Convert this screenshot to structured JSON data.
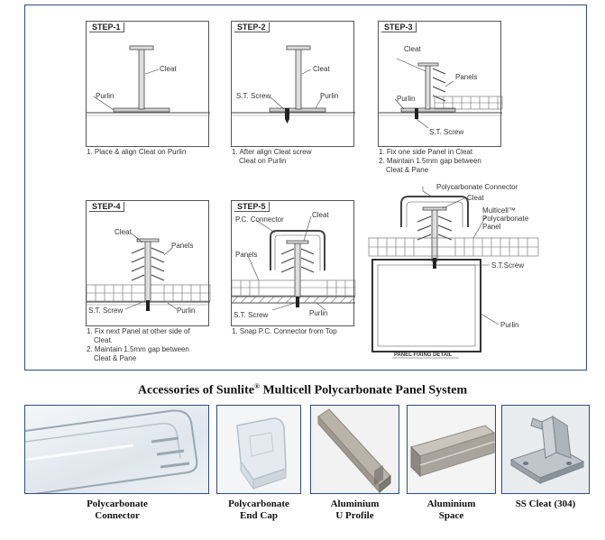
{
  "steps": [
    {
      "label": "STEP-1",
      "labels": {
        "cleat": "Cleat",
        "purlin": "Purlin"
      },
      "caption": [
        "1. Place & align Cleat on Purlin"
      ]
    },
    {
      "label": "STEP-2",
      "labels": {
        "cleat": "Cleat",
        "screw": "S.T. Screw",
        "purlin": "Purlin"
      },
      "caption": [
        "1. After align Cleat screw",
        "Cleat on Purlin"
      ]
    },
    {
      "label": "STEP-3",
      "labels": {
        "cleat": "Cleat",
        "panels": "Panels",
        "purlin": "Purlin",
        "screw": "S.T. Screw"
      },
      "caption": [
        "1. Fix one side Panel in Cleat",
        "2. Maintain 1.5mm gap between",
        "Cleat & Pane"
      ]
    },
    {
      "label": "STEP-4",
      "labels": {
        "cleat": "Cleat",
        "panels": "Panels",
        "screw": "S.T. Screw",
        "purlin": "Purlin"
      },
      "caption": [
        "1. Fix next Panel at other side of",
        "Cleat.",
        "2. Maintain 1.5mm gap between",
        "Cleat & Pane"
      ]
    },
    {
      "label": "STEP-5",
      "labels": {
        "connector": "P.C. Connector",
        "cleat": "Cleat",
        "panels": "Panels",
        "screw": "S.T. Screw",
        "purlin": "Purlin"
      },
      "caption": [
        "1. Snap P.C. Connector from Top"
      ]
    }
  ],
  "detail": {
    "connector": "Polycarbonate Connector",
    "cleat": "Cleat",
    "panel": [
      "Multicell™",
      "Polycarbonate",
      "Panel"
    ],
    "screw": "S.T.Screw",
    "purlin": "Purlin",
    "caption": "PANEL FIXING DETAIL"
  },
  "title": {
    "prefix": "Accessories of Sunlite",
    "reg": "®",
    "suffix": " Multicell Polycarbonate Panel System"
  },
  "products": [
    {
      "line1": "Polycarbonate",
      "line2": "Connector"
    },
    {
      "line1": "Polycarbonate",
      "line2": "End Cap"
    },
    {
      "line1": "Aluminium",
      "line2": "U Profile"
    },
    {
      "line1": "Aluminium",
      "line2": "Space"
    },
    {
      "line1": "SS Cleat (304)",
      "line2": ""
    }
  ]
}
